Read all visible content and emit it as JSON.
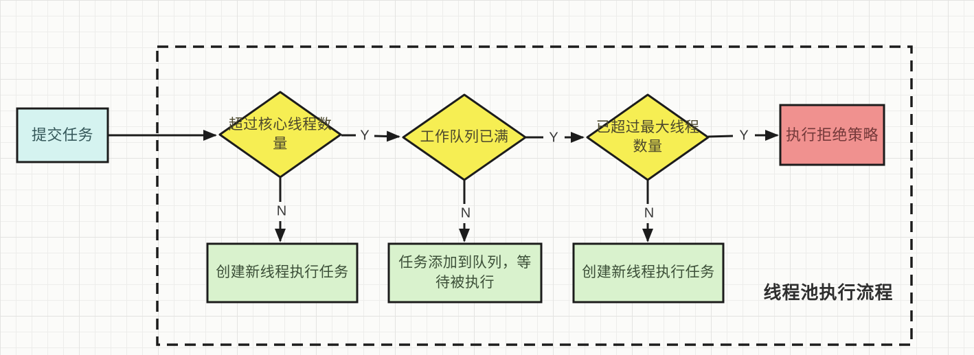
{
  "diagram": {
    "caption": "线程池执行流程",
    "start_node": {
      "label": "提交任务"
    },
    "decision_nodes": [
      {
        "label": "超过核心线程数量"
      },
      {
        "label": "工作队列已满"
      },
      {
        "label": "已超过最大线程数量"
      }
    ],
    "action_nodes": [
      {
        "label": "创建新线程执行任务"
      },
      {
        "label": "任务添加到队列，等待被执行"
      },
      {
        "label": "创建新线程执行任务"
      }
    ],
    "reject_node": {
      "label": "执行拒绝策略"
    },
    "edge_labels": {
      "yes": "Y",
      "no": "N"
    },
    "colors": {
      "start_fill": "#d5f3f0",
      "decision_fill": "#f6ee53",
      "action_fill": "#d9f2cd",
      "reject_fill": "#f0918f",
      "stroke": "#1c1c1c"
    }
  }
}
